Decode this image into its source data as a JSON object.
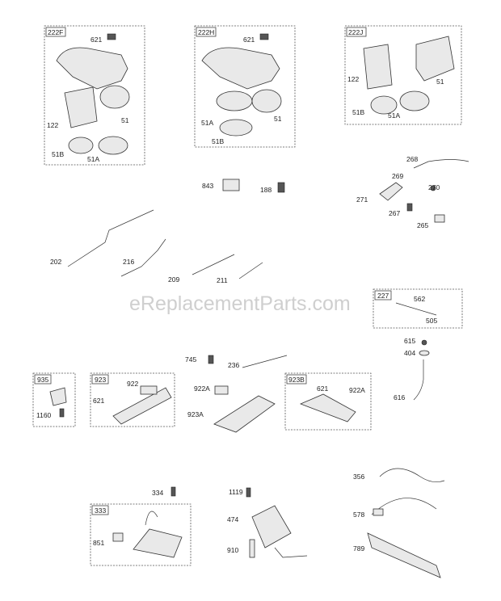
{
  "watermark": "eReplacementParts.com",
  "groups": [
    {
      "id": "222F",
      "tag": "222F",
      "labels": [
        "621",
        "122",
        "51",
        "51B",
        "51A"
      ]
    },
    {
      "id": "222H",
      "tag": "222H",
      "labels": [
        "621",
        "51A",
        "51",
        "51B"
      ]
    },
    {
      "id": "222J",
      "tag": "222J",
      "labels": [
        "122",
        "51",
        "51B",
        "51A"
      ]
    },
    {
      "id": "227",
      "tag": "227",
      "labels": [
        "562",
        "505"
      ]
    },
    {
      "id": "935",
      "tag": "935",
      "labels": [
        "1160"
      ]
    },
    {
      "id": "923",
      "tag": "923",
      "labels": [
        "922",
        "621"
      ]
    },
    {
      "id": "923B",
      "tag": "923B",
      "labels": [
        "621",
        "922A"
      ]
    },
    {
      "id": "333",
      "tag": "333",
      "labels": [
        "851"
      ]
    }
  ],
  "loose_labels": [
    "268",
    "269",
    "271",
    "270",
    "267",
    "265",
    "843",
    "188",
    "202",
    "216",
    "209",
    "211",
    "615",
    "404",
    "616",
    "745",
    "236",
    "922A",
    "923A",
    "334",
    "1119",
    "474",
    "910",
    "356",
    "578",
    "789"
  ]
}
